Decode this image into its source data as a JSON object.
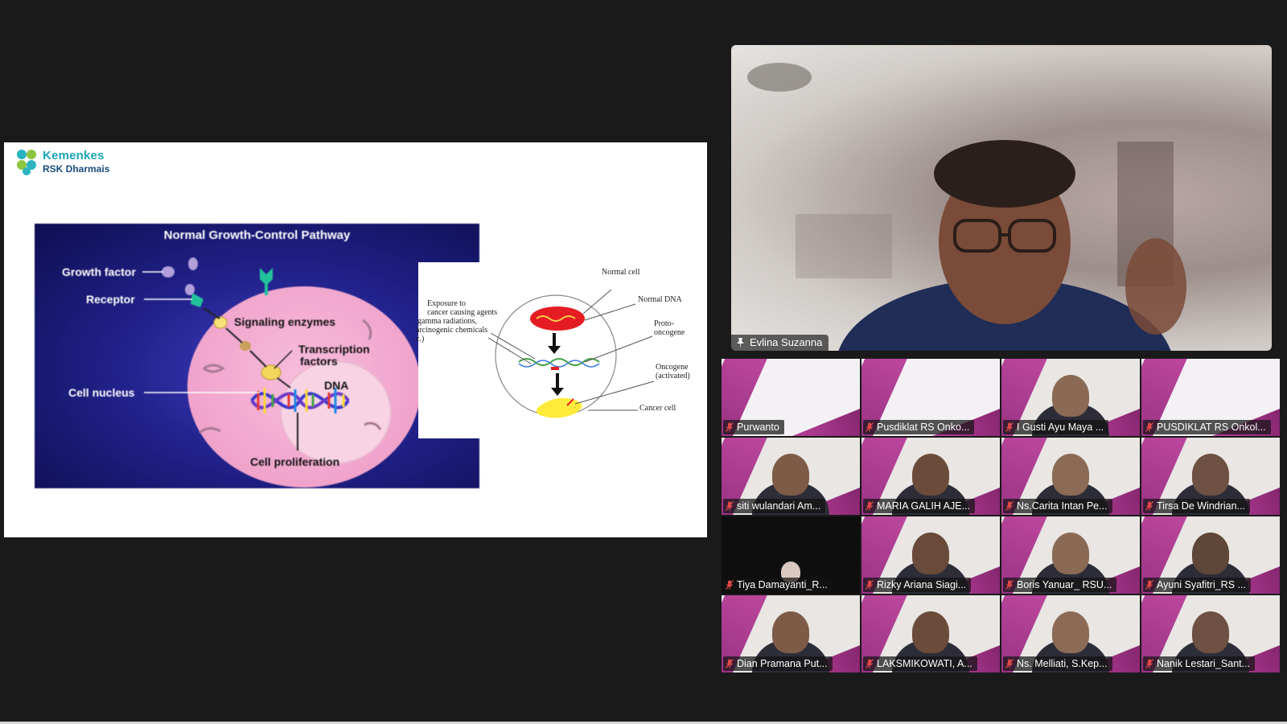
{
  "slide": {
    "logo": {
      "line1": "Kemenkes",
      "line2": "RSK Dharmais"
    },
    "pathway": {
      "title": "Normal Growth-Control Pathway",
      "labels": {
        "growth_factor": "Growth factor",
        "receptor": "Receptor",
        "signaling_enzymes": "Signaling enzymes",
        "transcription_factors_1": "Transcription",
        "transcription_factors_2": "factors",
        "dna": "DNA",
        "cell_nucleus": "Cell nucleus",
        "cell_proliferation": "Cell proliferation"
      }
    },
    "cancer_diagram": {
      "normal_cell": "Normal cell",
      "normal_dna": "Normal DNA",
      "proto_oncogene_1": "Proto-",
      "proto_oncogene_2": "oncogene",
      "oncogene_1": "Oncogene",
      "oncogene_2": "(activated)",
      "cancer_cell": "Cancer cell",
      "exposure_1": "Exposure to",
      "exposure_2": "cancer causing agents",
      "exposure_3": "gamma radiations,",
      "exposure_4": "arcinogenic chemicals",
      "exposure_5": "c.)"
    }
  },
  "speaker": {
    "name": "Evlina Suzanna"
  },
  "participants": [
    {
      "name": "Purwanto"
    },
    {
      "name": "Pusdiklat RS Onko..."
    },
    {
      "name": "I Gusti Ayu Maya ..."
    },
    {
      "name": "PUSDIKLAT RS Onkol..."
    },
    {
      "name": "siti wulandari Am..."
    },
    {
      "name": "MARIA GALIH AJE..."
    },
    {
      "name": "Ns.Carita Intan Pe..."
    },
    {
      "name": "Tirsa De Windrian..."
    },
    {
      "name": "Tiya Damayanti_R..."
    },
    {
      "name": "Rizky Ariana Siagi..."
    },
    {
      "name": "Boris Yanuar_ RSU..."
    },
    {
      "name": "Ayuni Syafitri_RS ..."
    },
    {
      "name": "Dian Pramana Put..."
    },
    {
      "name": "LAKSMIKOWATI, A..."
    },
    {
      "name": "Ns. Melliati, S.Kep..."
    },
    {
      "name": "Nanik Lestari_Sant..."
    }
  ],
  "colors": {
    "background": "#1a1a1a",
    "brand_teal": "#1ba6b5",
    "brand_purple": "#b84098",
    "muted_red": "#e0484a"
  }
}
